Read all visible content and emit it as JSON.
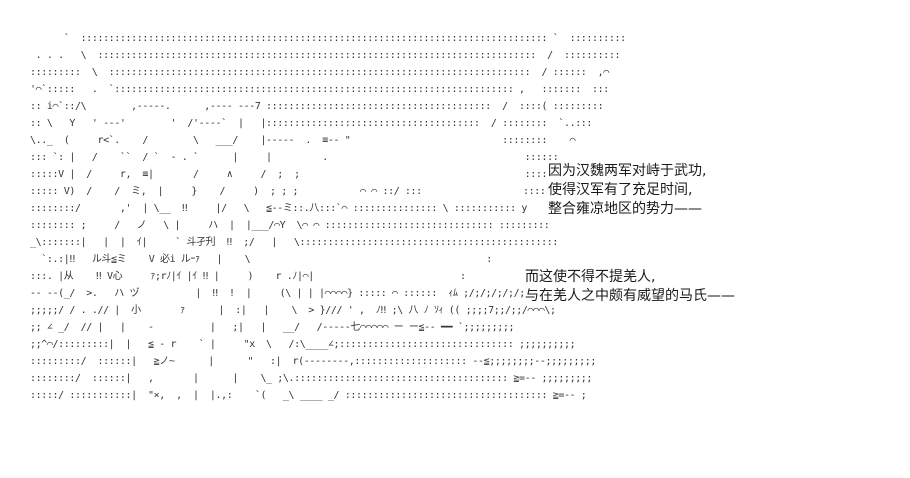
{
  "caption_upper": {
    "line1": "因为汉魏两军对峙于武功,",
    "line2": "使得汉军有了充足时间,",
    "line3": "整合雍凉地区的势力——"
  },
  "caption_lower": {
    "line1": "而这使不得不提羌人,",
    "line2": "与在羌人之中颇有威望的马氏——"
  },
  "palette": {
    "background": "#ffffff",
    "ink": "#333333"
  }
}
